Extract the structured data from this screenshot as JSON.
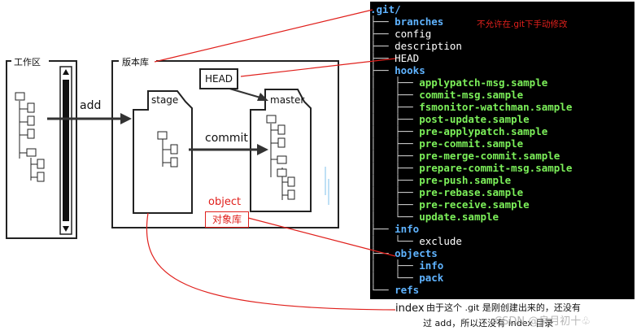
{
  "diagram": {
    "workspace_label": "工作区",
    "repo_label": "版本库",
    "stage_label": "stage",
    "master_label": "master",
    "head_label": "HEAD",
    "add_label": "add",
    "commit_label": "commit",
    "object_label": "object",
    "object_box_label": "对象库"
  },
  "tree": {
    "root": ".git/",
    "note": "不允许在.git下手动修改",
    "lines": [
      {
        "prefix": "├── ",
        "name": "branches",
        "kind": "dir"
      },
      {
        "prefix": "├── ",
        "name": "config",
        "kind": "file"
      },
      {
        "prefix": "├── ",
        "name": "description",
        "kind": "file"
      },
      {
        "prefix": "├── ",
        "name": "HEAD",
        "kind": "file"
      },
      {
        "prefix": "├── ",
        "name": "hooks",
        "kind": "dir"
      },
      {
        "prefix": "│   ├── ",
        "name": "applypatch-msg.sample",
        "kind": "sample"
      },
      {
        "prefix": "│   ├── ",
        "name": "commit-msg.sample",
        "kind": "sample"
      },
      {
        "prefix": "│   ├── ",
        "name": "fsmonitor-watchman.sample",
        "kind": "sample"
      },
      {
        "prefix": "│   ├── ",
        "name": "post-update.sample",
        "kind": "sample"
      },
      {
        "prefix": "│   ├── ",
        "name": "pre-applypatch.sample",
        "kind": "sample"
      },
      {
        "prefix": "│   ├── ",
        "name": "pre-commit.sample",
        "kind": "sample"
      },
      {
        "prefix": "│   ├── ",
        "name": "pre-merge-commit.sample",
        "kind": "sample"
      },
      {
        "prefix": "│   ├── ",
        "name": "prepare-commit-msg.sample",
        "kind": "sample"
      },
      {
        "prefix": "│   ├── ",
        "name": "pre-push.sample",
        "kind": "sample"
      },
      {
        "prefix": "│   ├── ",
        "name": "pre-rebase.sample",
        "kind": "sample"
      },
      {
        "prefix": "│   ├── ",
        "name": "pre-receive.sample",
        "kind": "sample"
      },
      {
        "prefix": "│   └── ",
        "name": "update.sample",
        "kind": "sample"
      },
      {
        "prefix": "├── ",
        "name": "info",
        "kind": "dir"
      },
      {
        "prefix": "│   └── ",
        "name": "exclude",
        "kind": "file"
      },
      {
        "prefix": "├── ",
        "name": "objects",
        "kind": "dir"
      },
      {
        "prefix": "│   ├── ",
        "name": "info",
        "kind": "dir"
      },
      {
        "prefix": "│   └── ",
        "name": "pack",
        "kind": "dir"
      },
      {
        "prefix": "└── ",
        "name": "refs",
        "kind": "dir"
      }
    ]
  },
  "index_note": {
    "label": "index",
    "line1": "由于这个 .git 是刚创建出来的，还没有",
    "line2": "过 add，所以还没有 index 目录"
  },
  "watermark": "CSDN @良月初十♧",
  "colors": {
    "annotation_red": "#e0201c",
    "dir_blue": "#5fb3ff",
    "sample_green": "#7cf05a",
    "terminal_bg": "#000000"
  }
}
